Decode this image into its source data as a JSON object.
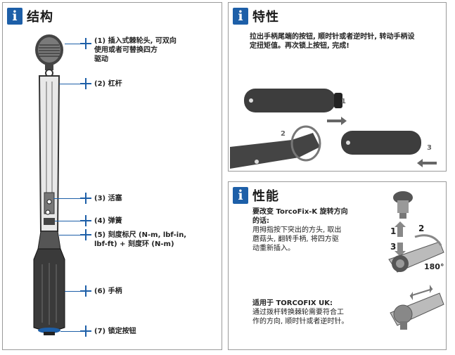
{
  "left": {
    "title": "结构",
    "labels": [
      {
        "id": "1",
        "l1": "(1) 插入式棘轮头, 可双向",
        "l2": "使用或者可替换四方",
        "l3": "驱动"
      },
      {
        "id": "2",
        "l1": "(2) 杠杆"
      },
      {
        "id": "3",
        "l1": "(3) 活塞"
      },
      {
        "id": "4",
        "l1": "(4) 弹簧"
      },
      {
        "id": "5",
        "l1": "(5) 刻度标尺 (N-m, lbf-in,",
        "l2": "lbf-ft) + 刻度环 (N-m)"
      },
      {
        "id": "6",
        "l1": "(6) 手柄"
      },
      {
        "id": "7",
        "l1": "(7) 锁定按钮"
      }
    ]
  },
  "features": {
    "title": "特性",
    "text1": "拉出手柄尾端的按钮, 顺时针或者逆时针, 转动手柄设",
    "text2": "定扭矩值。再次锁上按钮, 完成!",
    "step1": "1",
    "step2": "2",
    "step3": "3"
  },
  "performance": {
    "title": "性能",
    "b1a": "要改变 TorcoFix-K 旋转方向",
    "b1b": "的话:",
    "t1a": "用拇指按下突出的方头, 取出",
    "t1b": "蘑菇头, 翻转手柄, 将四方驱",
    "t1c": "动重新插入。",
    "b2": "适用于 TORCOFIX UK:",
    "t2a": "通过拨杆转换棘轮需要符合工",
    "t2b": "作的方向, 顺时针或者逆时针。",
    "n1": "1",
    "n2": "2",
    "n3": "3",
    "deg": "180°"
  },
  "colors": {
    "accent": "#1d5fa8",
    "panel_border": "#9a9a9a",
    "dark": "#3a3a3a"
  }
}
